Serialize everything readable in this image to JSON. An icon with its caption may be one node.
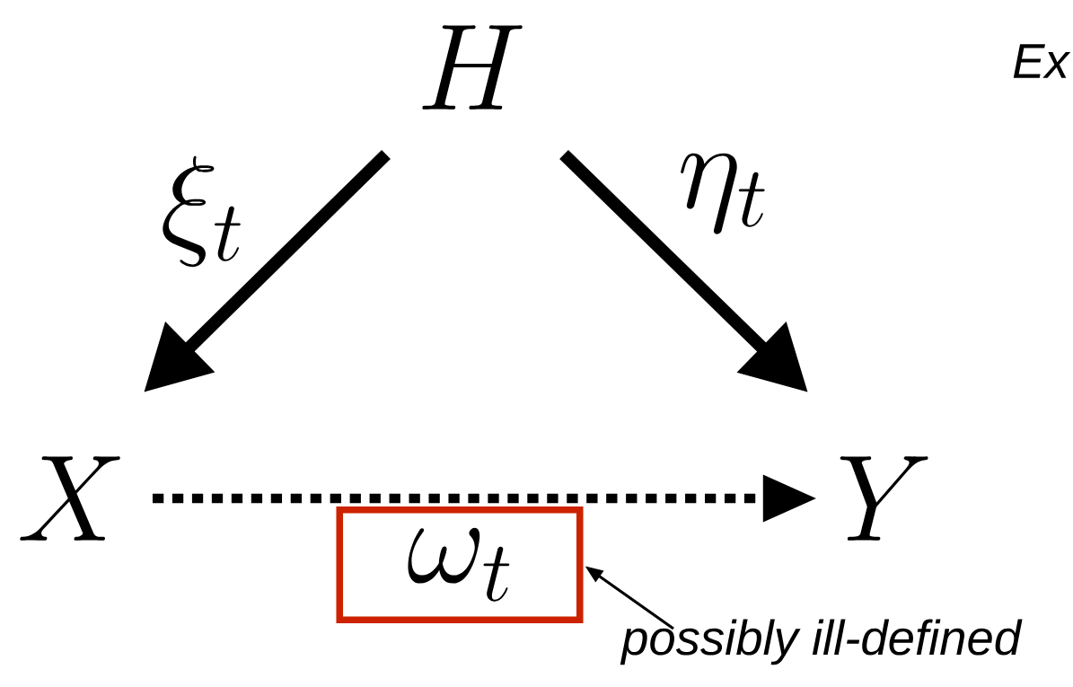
{
  "diagram": {
    "nodes": [
      {
        "text": [
          "H"
        ]
      },
      {
        "text": [
          "X"
        ]
      },
      {
        "text": [
          "Y"
        ]
      },
      {
        "text": [
          "\\omega_t"
        ]
      },
      {
        "text": [
          "possibly ill-defined"
        ]
      }
    ],
    "edges": [
      {
        "from": 0,
        "to": 1,
        "arrow": "to",
        "label": "\\xi_t"
      },
      {
        "from": 0,
        "to": 2,
        "arrow": "to",
        "label": "\\eta_t"
      },
      {
        "from": 1,
        "to": 2,
        "arrow": "to",
        "style": "dashed"
      },
      {
        "from": 4,
        "to": 3,
        "arrow": "to"
      }
    ],
    "labels": [
      "Ex"
    ]
  }
}
